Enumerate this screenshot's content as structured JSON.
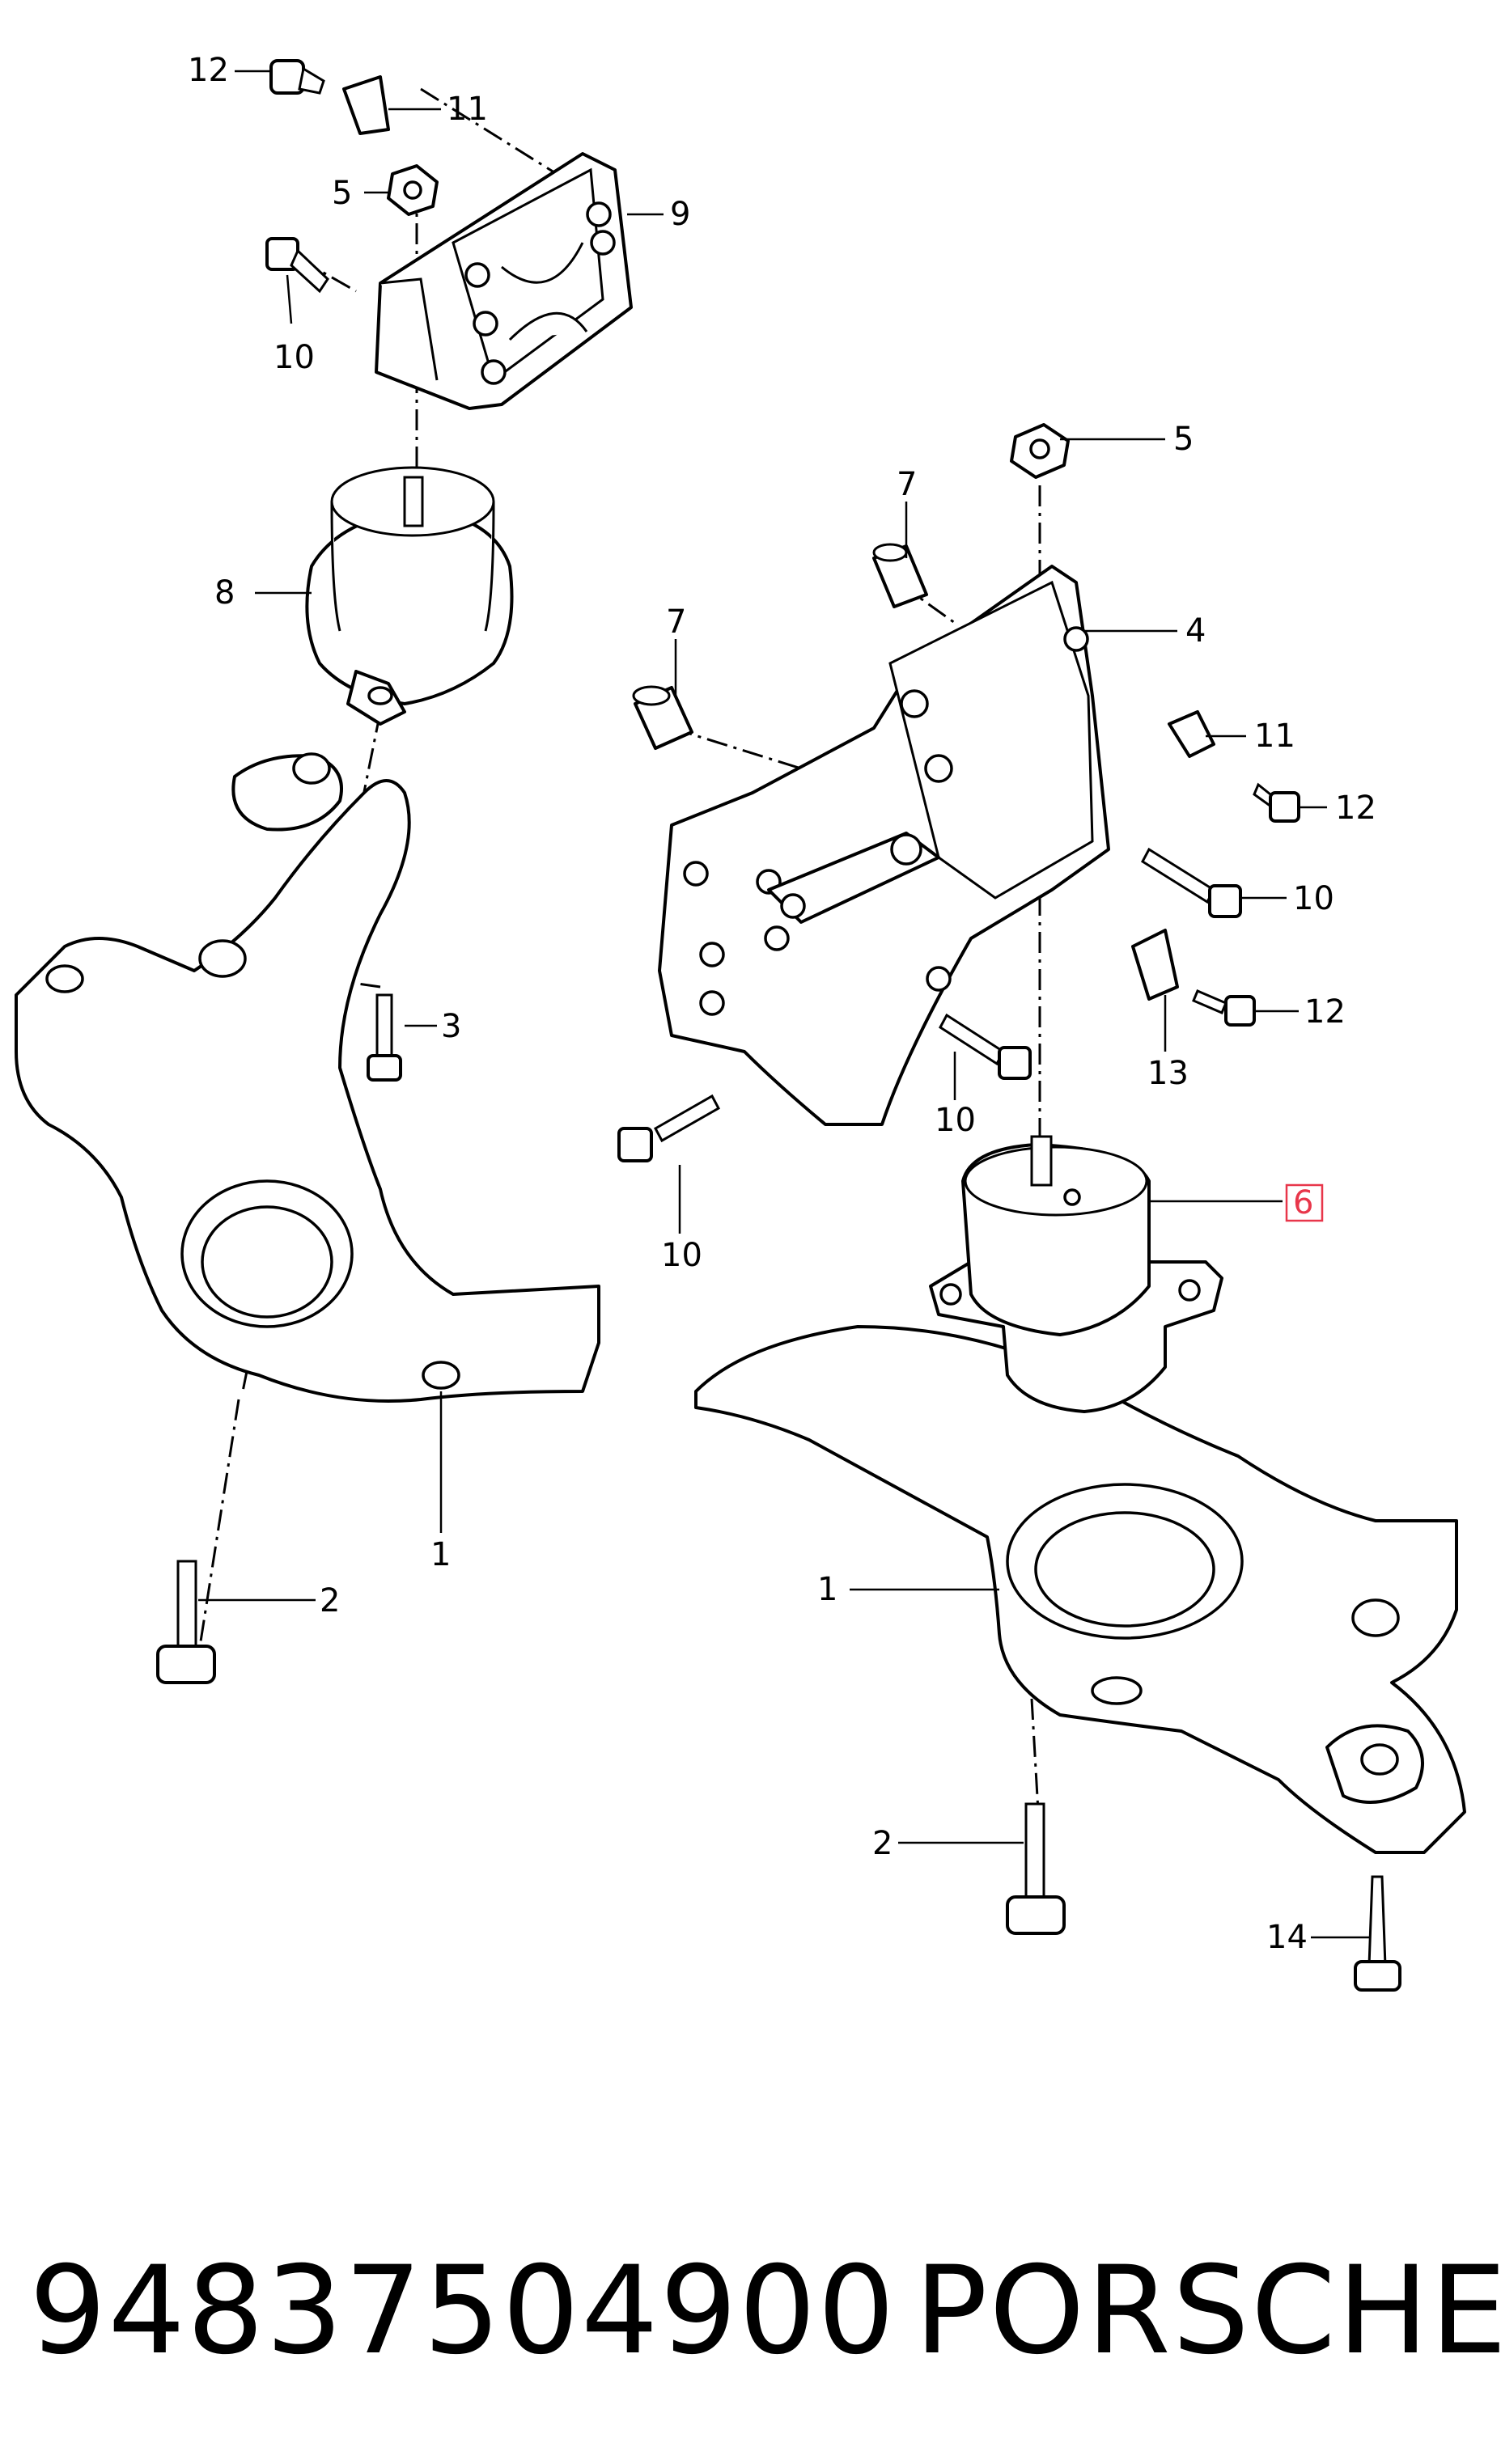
{
  "callouts": {
    "c1a": "1",
    "c1b": "1",
    "c2a": "2",
    "c2b": "2",
    "c3": "3",
    "c4": "4",
    "c5a": "5",
    "c5b": "5",
    "c6": "6",
    "c7a": "7",
    "c7b": "7",
    "c8": "8",
    "c9": "9",
    "c10a": "10",
    "c10b": "10",
    "c10c": "10",
    "c10d": "10",
    "c11a": "11",
    "c11b": "11",
    "c12a": "12",
    "c12b": "12",
    "c12c": "12",
    "c13": "13",
    "c14": "14"
  },
  "highlighted_callout": "6",
  "highlight_color": "#e8364a",
  "caption": {
    "part_number": "94837504900",
    "brand": "PORSCHE"
  }
}
